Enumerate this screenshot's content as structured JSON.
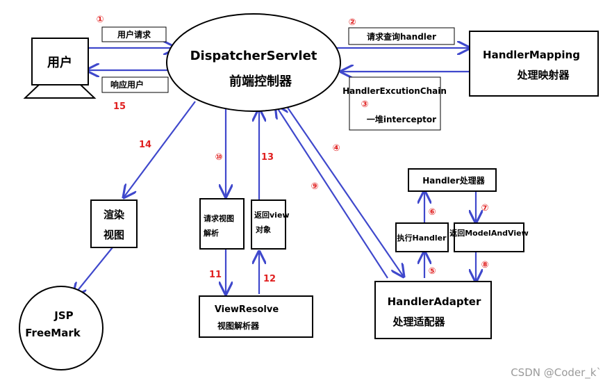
{
  "nodes": {
    "user": {
      "label": "用户"
    },
    "dispatcher": {
      "title": "DispatcherServlet",
      "subtitle": "前端控制器"
    },
    "handler_mapping": {
      "title": "HandlerMapping",
      "subtitle": "处理映射器"
    },
    "execution_chain": {
      "title": "HandlerExcutionChain",
      "num": "③",
      "subtitle": "一堆interceptor"
    },
    "handler_processor": {
      "label": "Handler处理器"
    },
    "execute_handler": {
      "label": "执行Handler"
    },
    "return_mav": {
      "label": "返回ModelAndView"
    },
    "handler_adapter": {
      "title": "HandlerAdapter",
      "subtitle": "处理适配器"
    },
    "render_view": {
      "line1": "渲染",
      "line2": "视图"
    },
    "request_view_resolve": {
      "line1": "请求视图",
      "line2": "解析"
    },
    "return_view": {
      "line1": "返回view",
      "line2": "对象"
    },
    "view_resolver": {
      "title": "ViewResolve",
      "subtitle": "视图解析器"
    },
    "jsp": {
      "line1": "JSP",
      "line2": "FreeMark"
    }
  },
  "labels": {
    "user_request": "用户请求",
    "respond_user": "响应用户",
    "request_handler": "请求查询handler"
  },
  "steps": {
    "s1": "①",
    "s2": "②",
    "s4": "④",
    "s5": "⑤",
    "s6": "⑥",
    "s7": "⑦",
    "s8": "⑧",
    "s9": "⑨",
    "s10": "⑩",
    "s11": "11",
    "s12": "12",
    "s13": "13",
    "s14": "14",
    "s15": "15"
  },
  "watermark": "CSDN @Coder_k`",
  "colors": {
    "arrow": "#3f48cc",
    "step": "#e02020",
    "outline": "#000000"
  }
}
